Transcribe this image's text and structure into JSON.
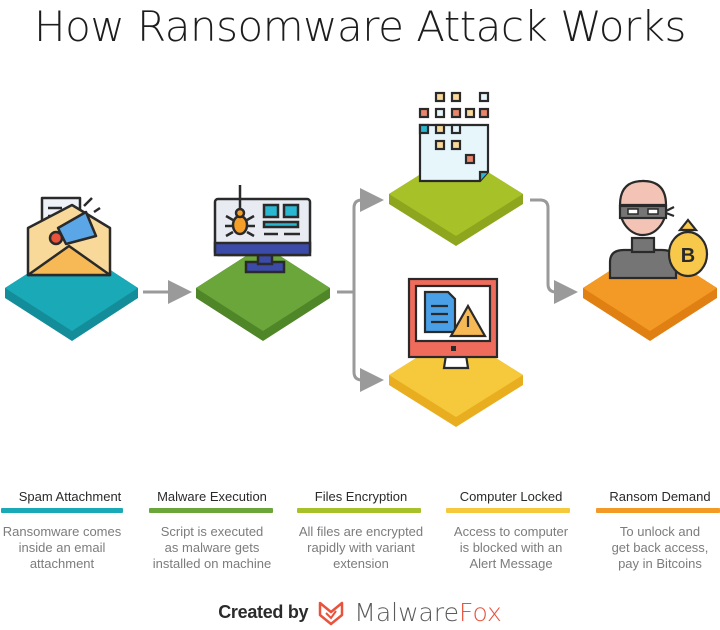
{
  "title": "How Ransomware Attack Works",
  "colors": {
    "spam": "#1aa9b7",
    "execution": "#6aa63a",
    "encryption": "#a7c128",
    "locked": "#f6c93c",
    "ransom": "#f39a26",
    "arrow": "#9a9a9a",
    "brand_accent": "#e9533c"
  },
  "steps": [
    {
      "id": "spam",
      "label": "Spam Attachment",
      "description_lines": [
        "Ransomware comes",
        "inside an email",
        "attachment"
      ],
      "icon": "email-megaphone-icon"
    },
    {
      "id": "execution",
      "label": "Malware Execution",
      "description_lines": [
        "Script is executed",
        "as malware gets",
        "installed on machine"
      ],
      "icon": "monitor-bug-icon"
    },
    {
      "id": "encryption",
      "label": "Files Encryption",
      "description_lines": [
        "All files are encrypted",
        "rapidly with variant",
        "extension"
      ],
      "icon": "file-encrypted-icon"
    },
    {
      "id": "locked",
      "label": "Computer Locked",
      "description_lines": [
        "Access to computer",
        "is blocked with an",
        "Alert Message"
      ],
      "icon": "monitor-warning-icon"
    },
    {
      "id": "ransom",
      "label": "Ransom Demand",
      "description_lines": [
        "To unlock and",
        "get back access,",
        "pay in Bitcoins"
      ],
      "icon": "hacker-bitcoin-icon"
    }
  ],
  "footer": {
    "created_by": "Created by",
    "brand_main": "Malware",
    "brand_accent": "Fox"
  }
}
